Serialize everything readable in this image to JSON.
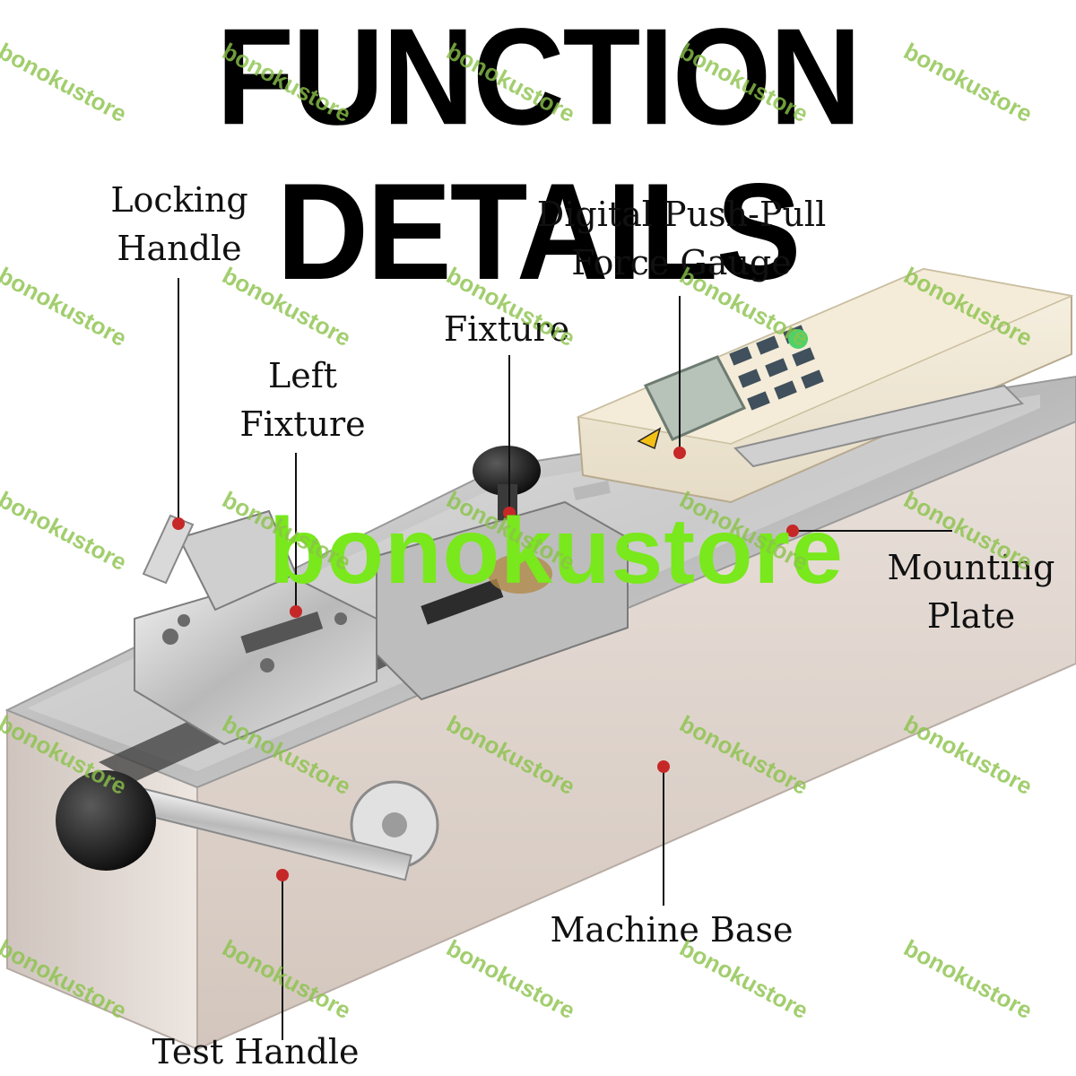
{
  "title": "FUNCTION DETAILS",
  "watermark_center": "bonokustore",
  "watermark_tile": "bonokustore",
  "labels": {
    "locking_handle": [
      "Locking",
      "Handle"
    ],
    "digital_gauge": [
      "Digital Push-Pull",
      "Force Gauge"
    ],
    "fixture": "Fixture",
    "left_fixture": [
      "Left",
      "Fixture"
    ],
    "mounting_plate": [
      "Mounting",
      "Plate"
    ],
    "machine_base": "Machine Base",
    "test_handle": "Test Handle"
  },
  "colors": {
    "callout": "#c62828",
    "watermark_center": "#79e81c",
    "watermark_tile": "#8bc34a"
  }
}
